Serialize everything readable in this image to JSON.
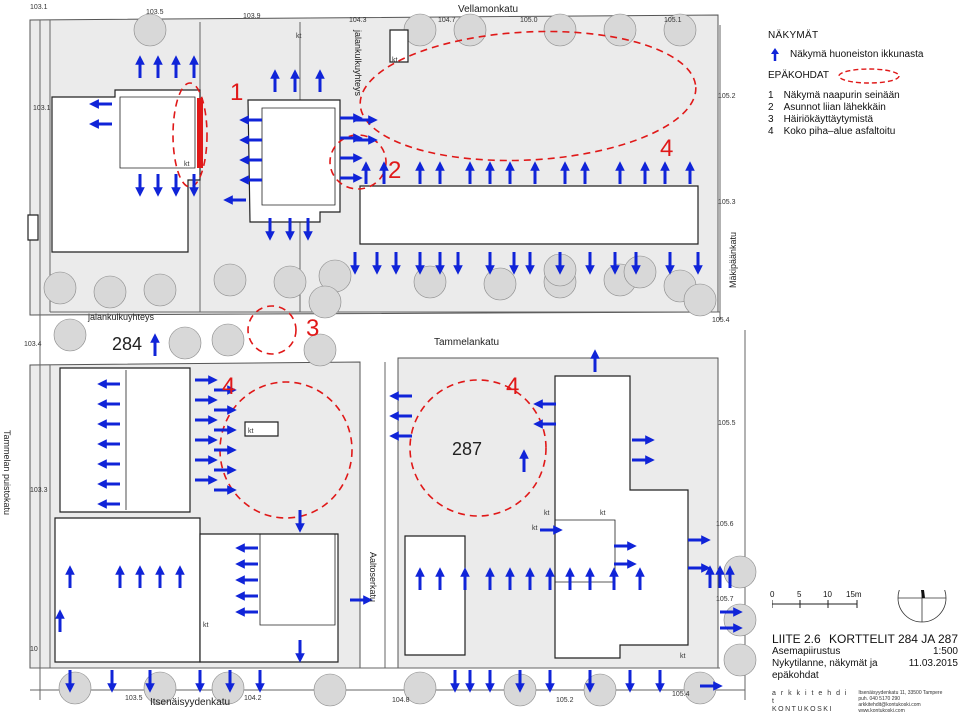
{
  "streets": {
    "north": "Vellamonkatu",
    "east": "Mäkipäänkatu",
    "middle": "Tammelankatu",
    "west": "Tammelan puistokatu",
    "south": "Itsenäisyydenkatu",
    "inner": "Aaltoserkatu",
    "path_a": "jalankulkuyhteys",
    "path_b": "jalankulkuyhteys"
  },
  "elevations": [
    "103.1",
    "103.5",
    "103.9",
    "104.3",
    "104.7",
    "105.0",
    "105.1",
    "105.2",
    "103.1",
    "105.3",
    "103.4",
    "105.4",
    "105.5",
    "103.3",
    "105.6",
    "105.7",
    "103.5",
    "104.2",
    "104.8",
    "105.2",
    "105.4",
    "10"
  ],
  "blocks": {
    "a": "284",
    "b": "287"
  },
  "kt_labels": [
    "kt",
    "kt",
    "kt",
    "kt",
    "kt",
    "kt",
    "kt",
    "kt",
    "kt"
  ],
  "issue_numbers": [
    "1",
    "2",
    "3",
    "4",
    "4",
    "4"
  ],
  "legend": {
    "title": "NÄKYMÄT",
    "arrow_text": "Näkymä huoneiston ikkunasta",
    "issues_title": "EPÄKOHDAT",
    "issues": [
      {
        "num": "1",
        "text": "Näkymä naapurin seinään"
      },
      {
        "num": "2",
        "text": "Asunnot liian lähekkäin"
      },
      {
        "num": "3",
        "text": "Häiriökäyttäytymistä"
      },
      {
        "num": "4",
        "text": "Koko piha–alue asfaltoitu"
      }
    ]
  },
  "scale": {
    "ticks": [
      "0",
      "5",
      "10",
      "15m"
    ]
  },
  "title_block": {
    "appendix": "LIITE 2.6",
    "subject": "KORTTELIT 284 JA 287",
    "sheet": "Asemapiirustus",
    "scale": "1:500",
    "description": "Nykytilanne, näkymät ja epäkohdat",
    "date": "11.03.2015",
    "firm_line1": "a r k k i t e h d i t",
    "firm_line2": "KONTUKOSKI",
    "firm_addr1": "Itsenäisyydenkatu 11, 33500 Tampere",
    "firm_addr2": "puh. 040 5170 290    arkkitehdit@kontukoski.com",
    "firm_addr3": "www.kontukoski.com"
  },
  "colors": {
    "arrow": "#1024d8",
    "issue": "#e01818",
    "wall": "#e01818",
    "ground": "#ebebeb",
    "building": "#ffffff"
  },
  "icons": [
    "view-arrow-icon",
    "issue-ellipse-icon",
    "north-arrow-icon",
    "tree-icon"
  ]
}
